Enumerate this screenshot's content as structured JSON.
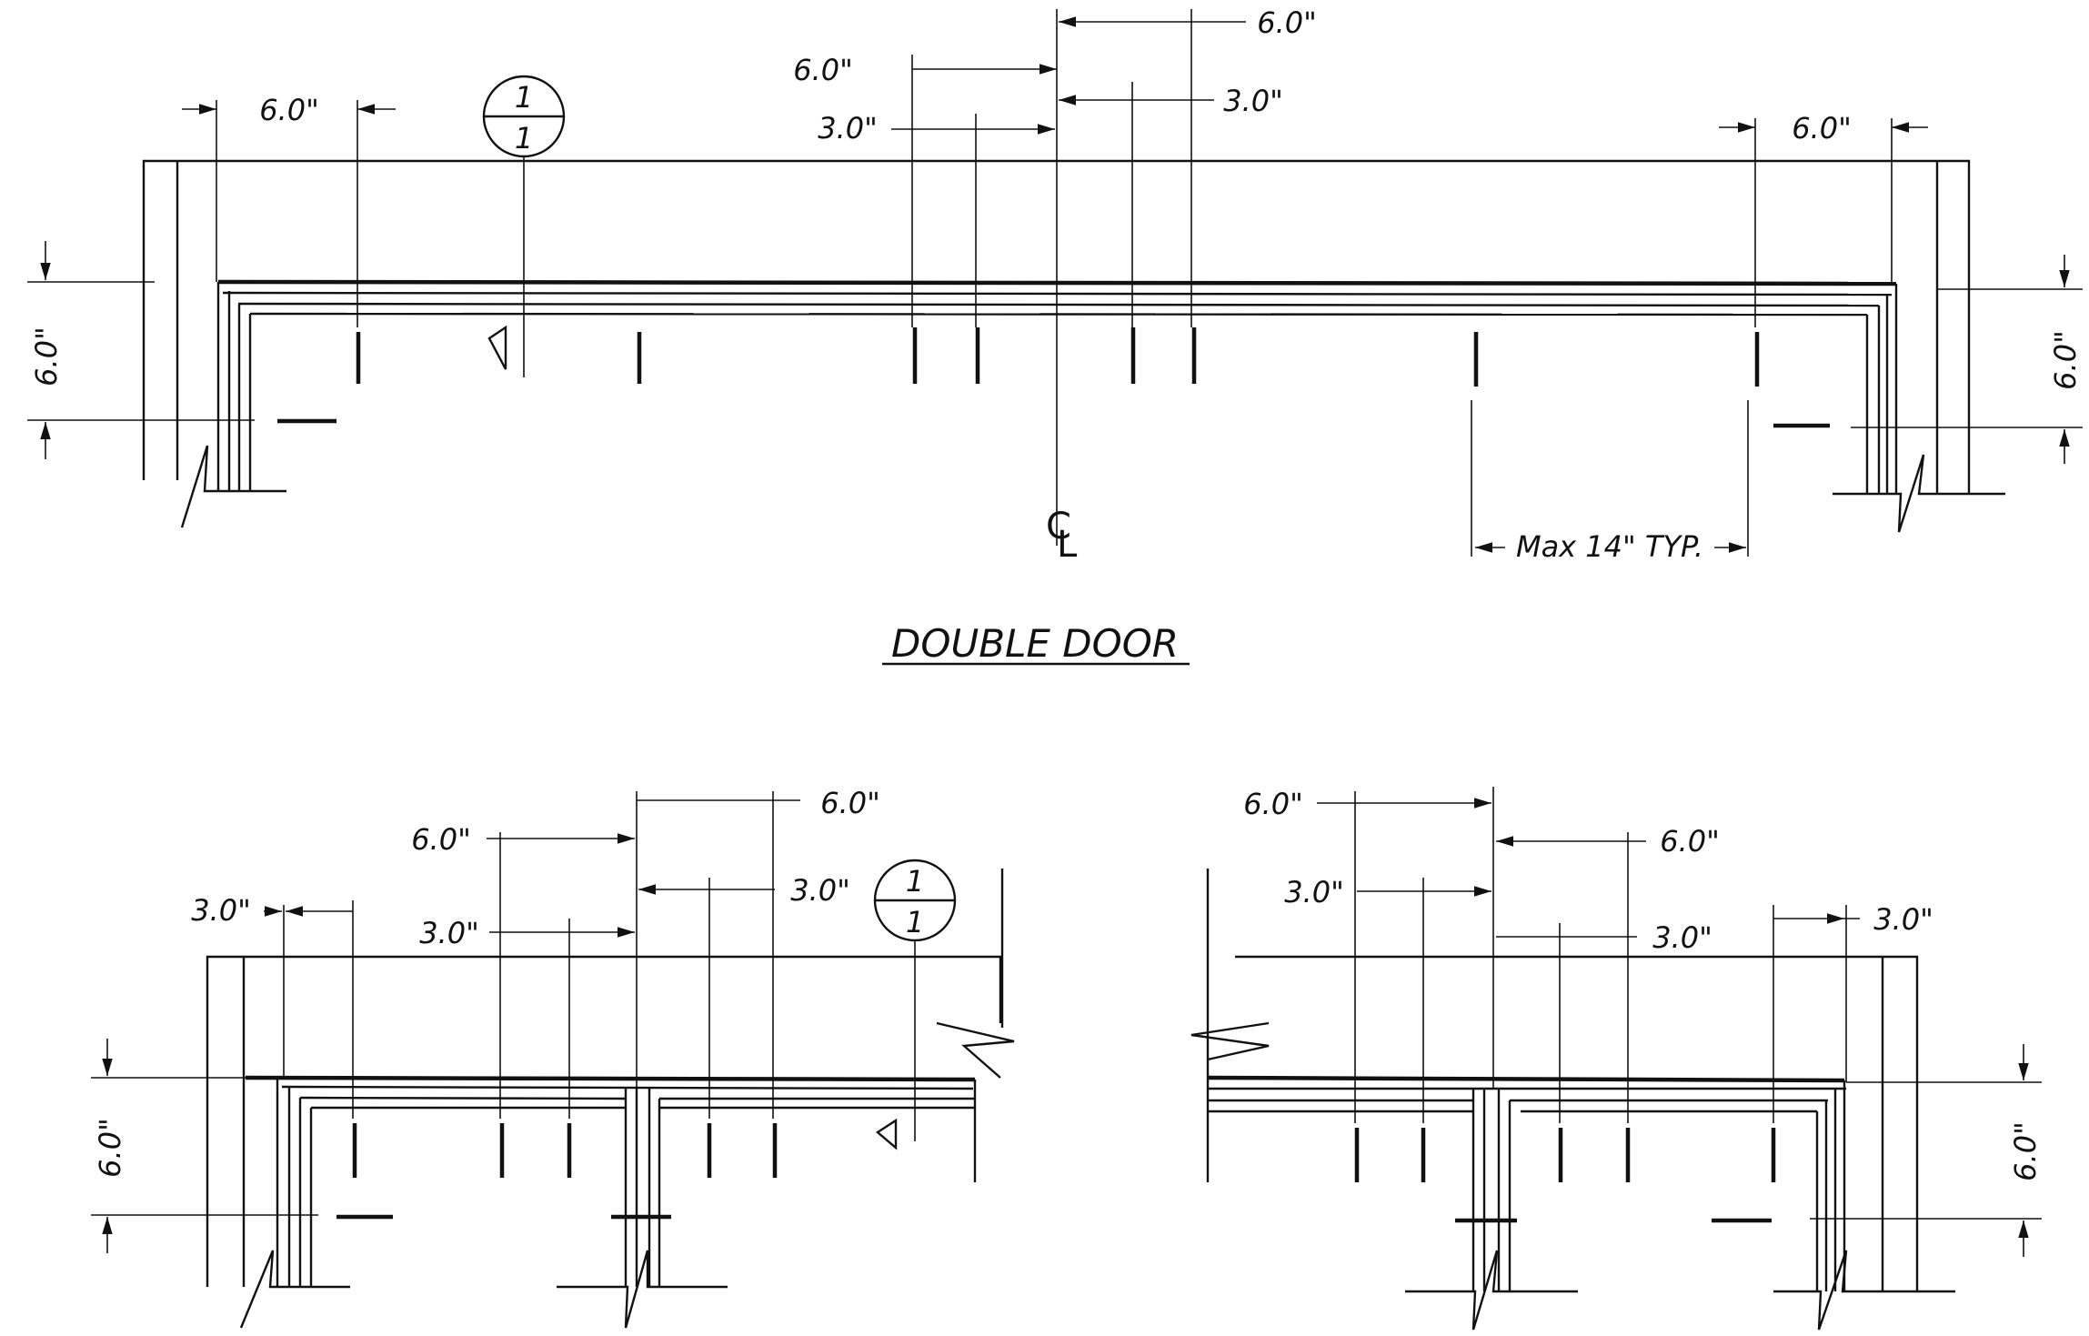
{
  "title": "DOUBLE DOOR",
  "centerline_symbol": "CL",
  "section_marker": {
    "top": "1",
    "bottom": "1"
  },
  "dims": {
    "d6": "6.0\"",
    "d3": "3.0\"",
    "max14": "Max 14\" TYP."
  }
}
